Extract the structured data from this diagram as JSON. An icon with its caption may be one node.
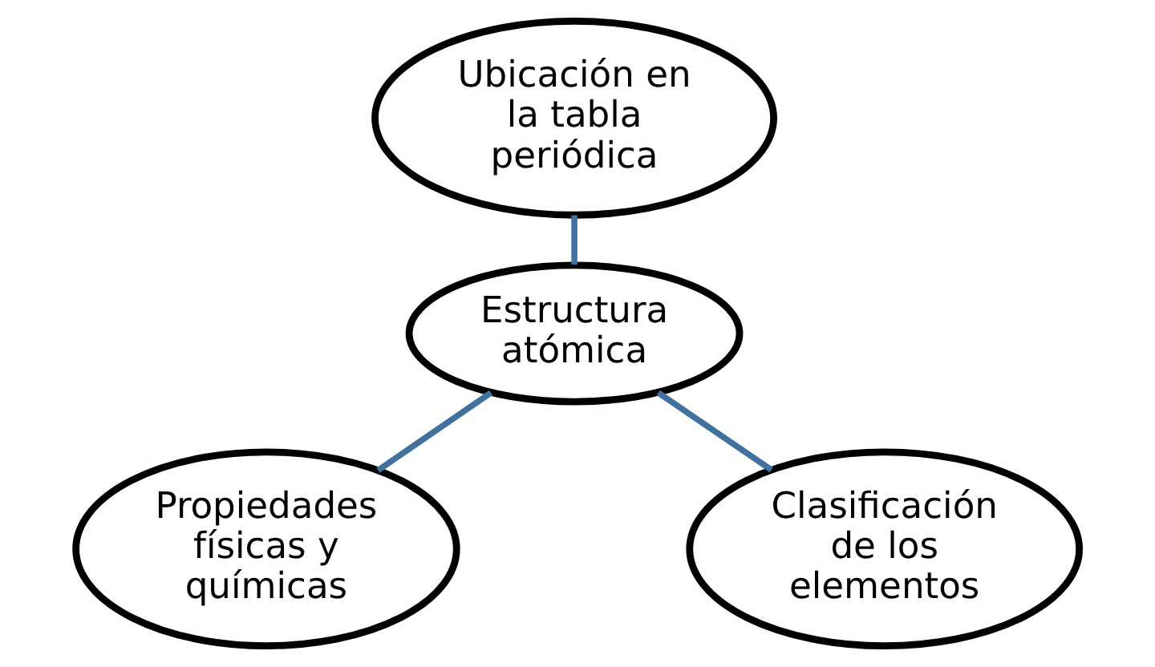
{
  "diagram": {
    "nodes": [
      {
        "text": [
          "Ubicación en la tabla periódica"
        ]
      },
      {
        "text": [
          "Estructura atómica"
        ]
      },
      {
        "text": [
          "Propiedades físicas y químicas"
        ]
      },
      {
        "text": [
          "Clasificación de los elementos"
        ]
      }
    ],
    "edges": [
      {
        "from": 0,
        "to": 1,
        "arrow": "none"
      },
      {
        "from": 1,
        "to": 2,
        "arrow": "none"
      },
      {
        "from": 1,
        "to": 3,
        "arrow": "none"
      }
    ]
  }
}
